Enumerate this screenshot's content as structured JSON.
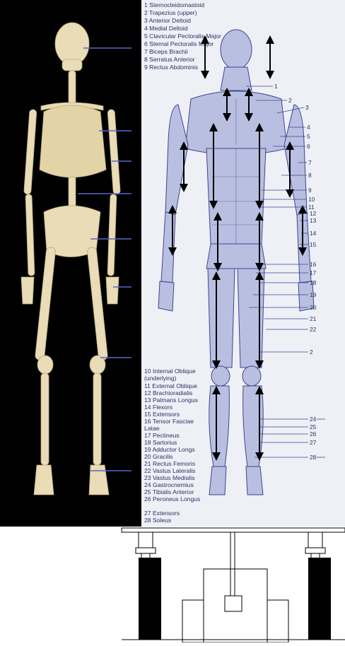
{
  "colors": {
    "skeleton_bg": "#000000",
    "bone": "#e9dcb6",
    "bone_shade": "#c9b98f",
    "pointer_line": "#5d63c9",
    "muscle_ink": "#3d4591",
    "muscle_fill": "#b9bfe0",
    "paper": "#eef0f6",
    "arrow": "#000000"
  },
  "muscle_chart": {
    "legend_top": [
      "1  Sternocleidomastoid",
      "2  Trapezius (upper)",
      "3  Anterior Deltoid",
      "4  Medial Deltoid",
      "5  Clavicular Pectoralis Major",
      "6  Sternal Pectoralis Major",
      "7  Biceps Brachii",
      "8  Serratus Anterior",
      "9  Rectus Abdominis"
    ],
    "legend_bottom": [
      "10  Internal Oblique",
      "      (underlying)",
      "11  External Oblique",
      "12  Brachioradialis",
      "13  Palmaris Longus",
      "14  Flexors",
      "15  Extensors",
      "16  Tensor Fasciae",
      "      Latae",
      "17  Pectineus",
      "18  Sartorius",
      "19  Adductor Longs",
      "20  Gracilis",
      "21  Rectus Femoris",
      "22  Vastus Lateralis",
      "23  Vastus Medialis",
      "24  Gastrocnemius",
      "25  Tibialis Anterior",
      "26  Peroneus Longus",
      "27  Extensors",
      "28  Soleus"
    ],
    "callouts": [
      "1",
      "2",
      "3",
      "4",
      "5",
      "6",
      "7",
      "8",
      "9",
      "10",
      "11",
      "12",
      "13",
      "14",
      "15",
      "16",
      "17",
      "18",
      "19",
      "20",
      "21",
      "22",
      "2",
      "24",
      "25",
      "26",
      "27",
      "28"
    ]
  }
}
